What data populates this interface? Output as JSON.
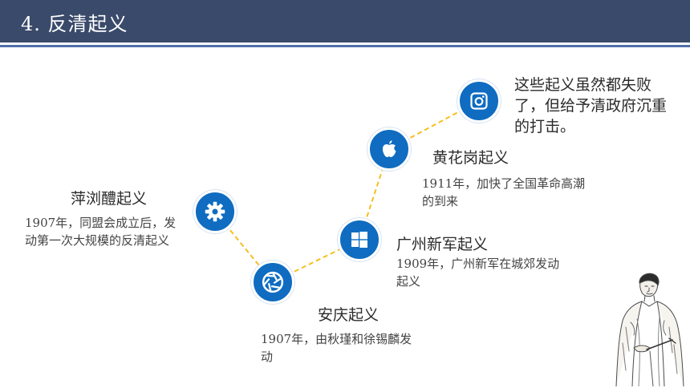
{
  "header": {
    "title": "4. 反清起义"
  },
  "events": [
    {
      "title": "萍浏醴起义",
      "desc": "1907年，同盟会成立后，发动第一次大规模的反清起义",
      "icon": "gear-icon"
    },
    {
      "title": "安庆起义",
      "desc": "1907年，由秋瑾和徐锡麟发动",
      "icon": "aperture-icon"
    },
    {
      "title": "广州新军起义",
      "desc": "1909年，广州新军在城郊发动起义",
      "icon": "windows-logo-icon"
    },
    {
      "title": "黄花岗起义",
      "desc": "1911年，加快了全国革命高潮的到来",
      "icon": "apple-logo-icon"
    }
  ],
  "final_node": {
    "icon": "instagram-icon"
  },
  "note": "这些起义虽然都失败了，但给予清政府沉重的打击。",
  "colors": {
    "header": "#3a4a6b",
    "accent_line": "#4f6fa8",
    "node": "#0f6cc1",
    "connector": "#f5bf1f"
  }
}
